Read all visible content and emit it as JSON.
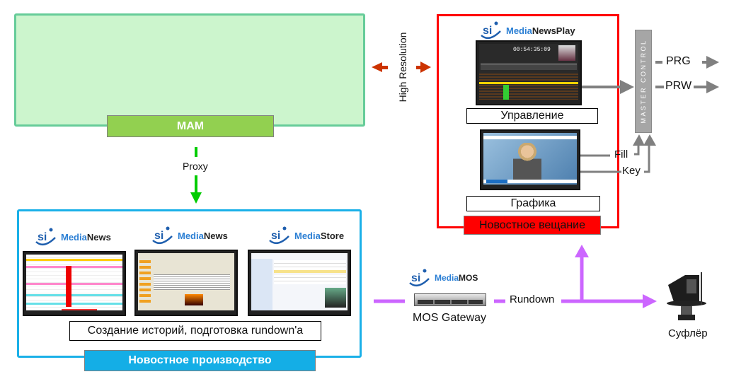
{
  "diagram": {
    "mam": {
      "label": "MAM",
      "fill_color": "#ccf5cd",
      "border_color": "#66cc99",
      "tab_color": "#92d050"
    },
    "proxy_label": "Proxy",
    "high_resolution_label": "High Resolution",
    "production": {
      "label": "Новостное производство",
      "caption": "Создание историй, подготовка rundown'a",
      "border_color": "#1ab0e8",
      "products": [
        {
          "brand": "Media",
          "product": "News",
          "screen": "rundown-list"
        },
        {
          "brand": "Media",
          "product": "News",
          "screen": "story-editor"
        },
        {
          "brand": "Media",
          "product": "Store",
          "screen": "media-browser"
        }
      ]
    },
    "broadcast": {
      "label": "Новостное вещание",
      "border_color": "#ff0000",
      "product": {
        "brand": "Media",
        "product": "NewsPlay"
      },
      "control_caption": "Управление",
      "graphics_caption": "Графика",
      "player_timecode": "00:54:35:09"
    },
    "master_control": {
      "label": "MASTER CONTROL",
      "outputs": [
        "PRG",
        "PRW"
      ]
    },
    "graphics_signals": [
      "Fill",
      "Key"
    ],
    "mos": {
      "brand": "Media",
      "product": "MOS",
      "device_label": "MOS Gateway"
    },
    "rundown_label": "Rundown",
    "prompter_label": "Суфлёр",
    "colors": {
      "mos_link": "#cc66ff",
      "hires_arrow": "#cc3300",
      "proxy_arrow": "#00cc00",
      "signal_gray": "#808080",
      "logo_blue": "#2b7fd4"
    }
  }
}
